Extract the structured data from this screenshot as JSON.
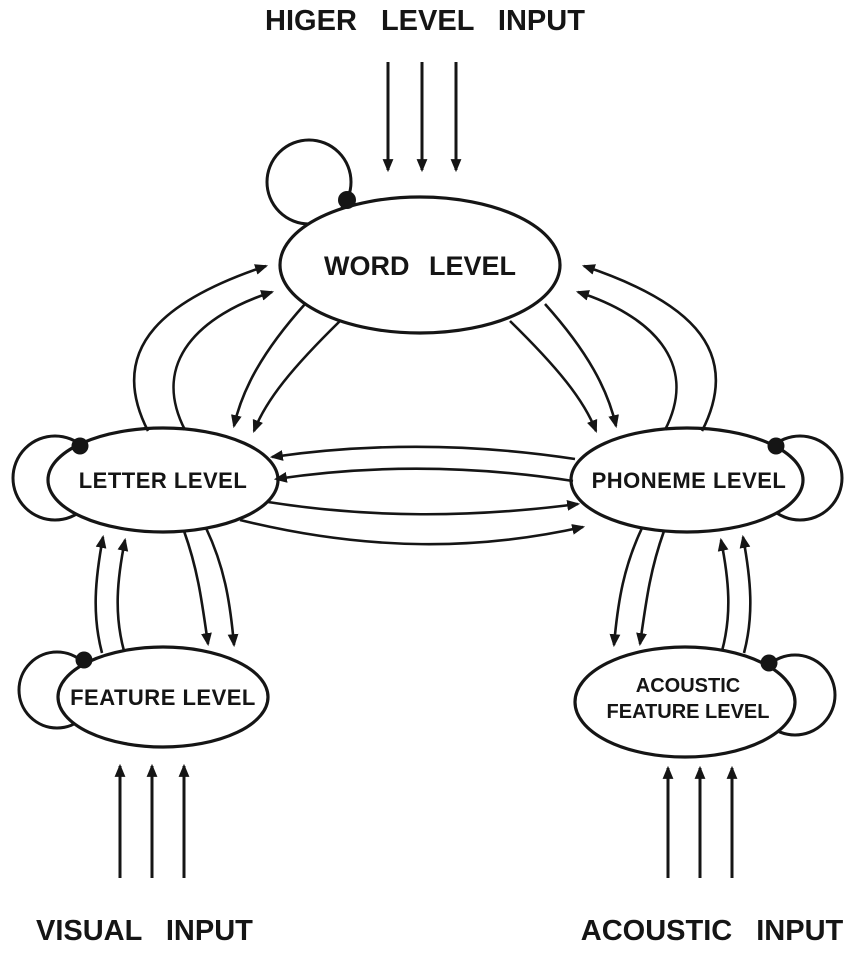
{
  "labels": {
    "top_input": "HIGER LEVEL INPUT",
    "visual_input": "VISUAL INPUT",
    "acoustic_input": "ACOUSTIC INPUT"
  },
  "nodes": {
    "word": {
      "label": "WORD LEVEL"
    },
    "letter": {
      "label": "LETTER LEVEL"
    },
    "phoneme": {
      "label": "PHONEME LEVEL"
    },
    "feature": {
      "label": "FEATURE LEVEL"
    },
    "acoustic_feature": {
      "label_line1": "ACOUSTIC",
      "label_line2": "FEATURE LEVEL"
    }
  },
  "colors": {
    "ink": "#151515",
    "background": "#ffffff",
    "node_fill": "#ffffff"
  }
}
